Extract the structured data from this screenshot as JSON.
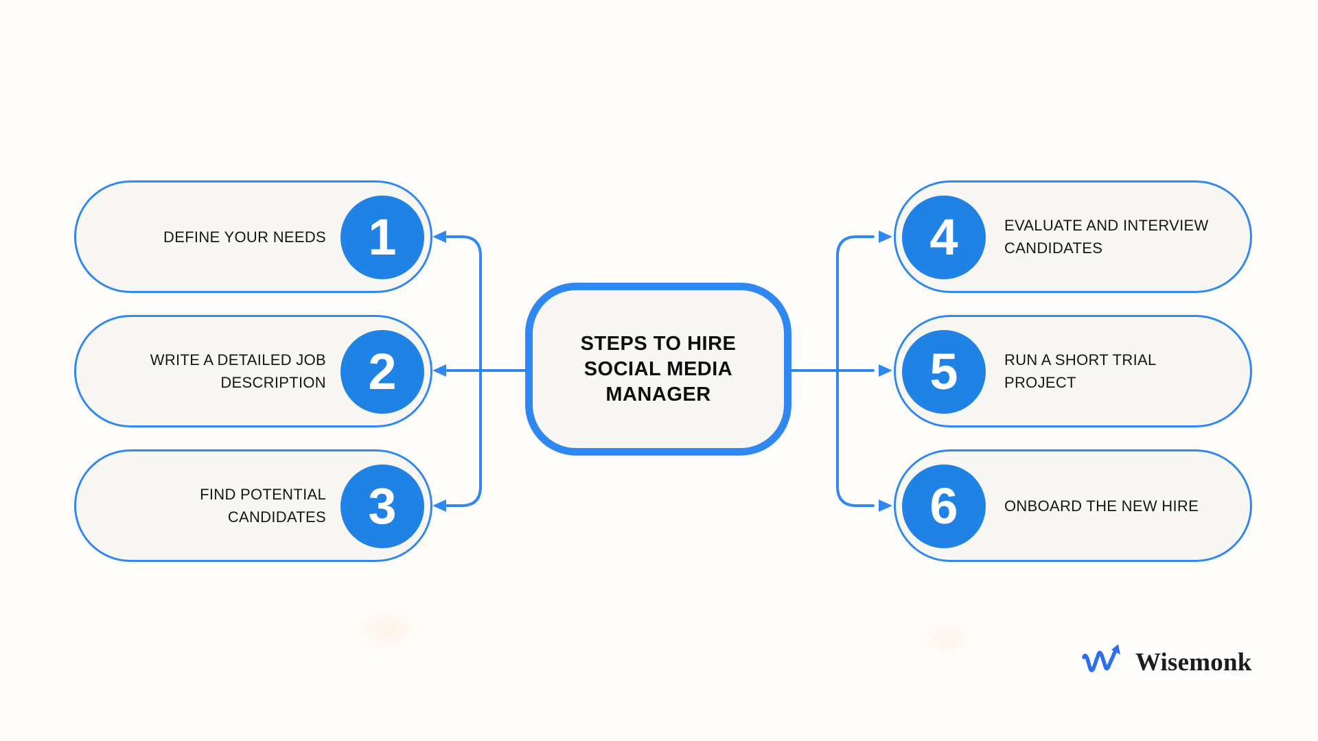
{
  "diagram": {
    "center": {
      "title": "STEPS TO HIRE SOCIAL MEDIA MANAGER",
      "title_lines": [
        "STEPS TO HIRE",
        "SOCIAL MEDIA",
        "MANAGER"
      ]
    },
    "steps": [
      {
        "number": "1",
        "side": "left",
        "label": "DEFINE YOUR NEEDS",
        "label_lines": [
          "DEFINE YOUR NEEDS"
        ]
      },
      {
        "number": "2",
        "side": "left",
        "label": "WRITE A DETAILED JOB DESCRIPTION",
        "label_lines": [
          "WRITE A DETAILED JOB",
          "DESCRIPTION"
        ]
      },
      {
        "number": "3",
        "side": "left",
        "label": "FIND POTENTIAL CANDIDATES",
        "label_lines": [
          "FIND POTENTIAL",
          "CANDIDATES"
        ]
      },
      {
        "number": "4",
        "side": "right",
        "label": "EVALUATE AND INTERVIEW CANDIDATES",
        "label_lines": [
          "EVALUATE AND INTERVIEW",
          "CANDIDATES"
        ]
      },
      {
        "number": "5",
        "side": "right",
        "label": "RUN A SHORT TRIAL PROJECT",
        "label_lines": [
          "RUN A SHORT TRIAL",
          "PROJECT"
        ]
      },
      {
        "number": "6",
        "side": "right",
        "label": "ONBOARD THE NEW HIRE",
        "label_lines": [
          "ONBOARD THE NEW HIRE"
        ]
      }
    ],
    "colors": {
      "line_blue": "#2f87f2",
      "circle_blue": "#2182e6",
      "pill_fill": "#f8f7f4",
      "text_dark": "#151515",
      "background": "#fffefd",
      "logo_blue": "#2b6ff0"
    },
    "logo": {
      "text": "Wisemonk",
      "icon": "trend-arrow-icon"
    }
  }
}
